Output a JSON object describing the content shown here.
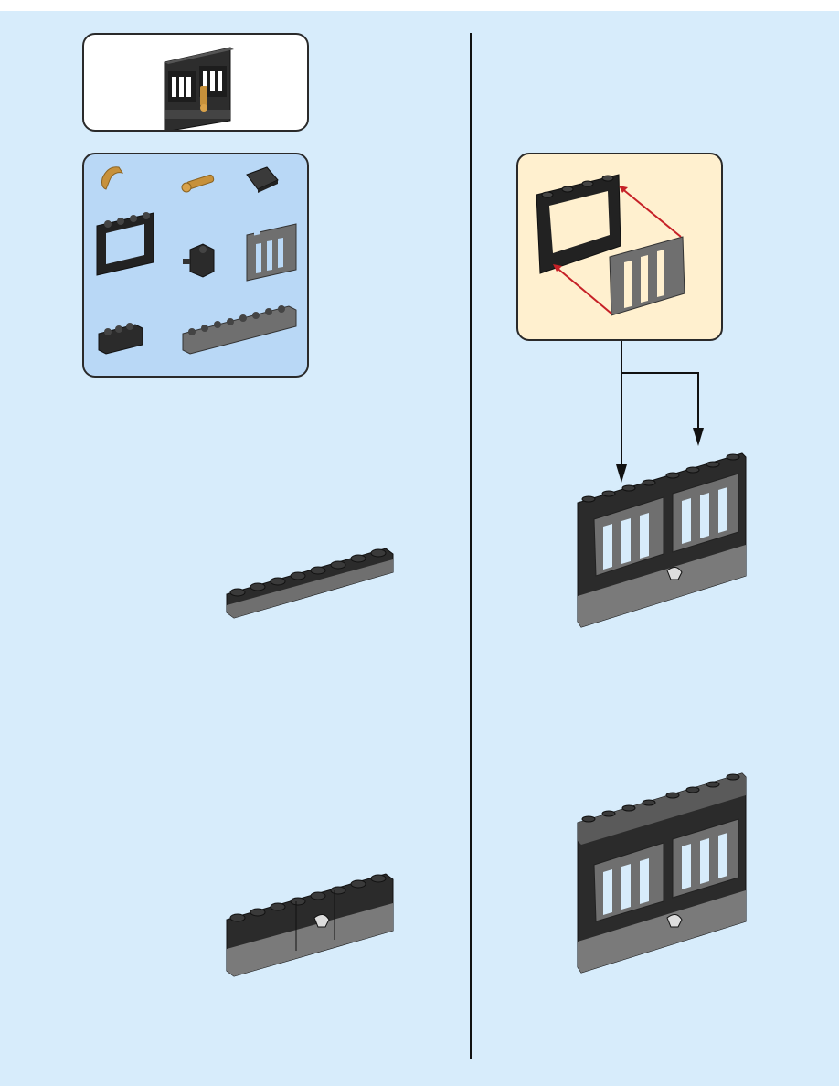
{
  "page": {
    "background": "#d7ecfb",
    "panels": {
      "preview": {
        "background": "#ffffff"
      },
      "parts": {
        "background": "#b9d8f6"
      },
      "callout": {
        "background": "#fff0cf"
      }
    },
    "colors": {
      "dark_brick": "#2b2b2b",
      "light_brick": "#6f6f6f",
      "gold_part": "#c7913b",
      "arrow_red": "#c62127",
      "arrow_black": "#111111"
    }
  },
  "parts_list": [
    {
      "name": "gold-hook-piece",
      "color": "gold"
    },
    {
      "name": "gold-telescope-piece",
      "color": "gold"
    },
    {
      "name": "dark-slope-piece",
      "color": "dark-gray"
    },
    {
      "name": "window-frame-1x4x3",
      "color": "black"
    },
    {
      "name": "clip-brick-1x1",
      "color": "black"
    },
    {
      "name": "bar-grille-1x4x3",
      "color": "gray"
    },
    {
      "name": "brick-1x3",
      "color": "black"
    },
    {
      "name": "brick-1x8",
      "color": "gray"
    }
  ]
}
